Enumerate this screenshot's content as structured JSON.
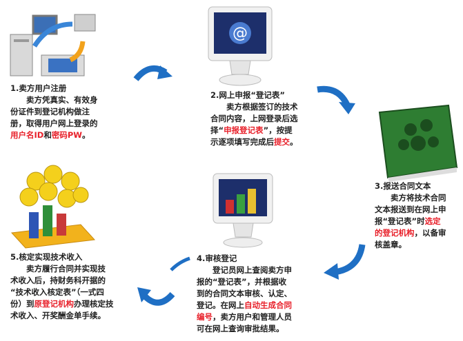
{
  "colors": {
    "arrow": "#1f6fc4",
    "highlight": "#e8202a",
    "text": "#222222",
    "book": "#2e7d32"
  },
  "steps": [
    {
      "id": "register",
      "lines": [
        [
          {
            "t": "1.卖方用户注册"
          }
        ],
        [
          {
            "t": "　　卖方凭真实、有效身"
          }
        ],
        [
          {
            "t": "份证件到登记机构做注"
          }
        ],
        [
          {
            "t": "册，取得用户网上登录的"
          }
        ],
        [
          {
            "t": "用户名ID",
            "red": true
          },
          {
            "t": "和"
          },
          {
            "t": "密码PW",
            "red": true
          },
          {
            "t": "。"
          }
        ]
      ]
    },
    {
      "id": "submit-form",
      "lines": [
        [
          {
            "t": "2.网上申报“登记表”"
          }
        ],
        [
          {
            "t": "　　卖方根据签订的技术"
          }
        ],
        [
          {
            "t": "合同内容，上网登录后选"
          }
        ],
        [
          {
            "t": "择“"
          },
          {
            "t": "申报登记表",
            "red": true
          },
          {
            "t": "”，按提"
          }
        ],
        [
          {
            "t": "示逐项填写完成后"
          },
          {
            "t": "提交",
            "red": true
          },
          {
            "t": "。"
          }
        ]
      ]
    },
    {
      "id": "send-contract",
      "lines": [
        [
          {
            "t": "3.报送合同文本"
          }
        ],
        [
          {
            "t": "　　卖方将技术合同"
          }
        ],
        [
          {
            "t": "文本报送到在网上申"
          }
        ],
        [
          {
            "t": "报“登记表”时"
          },
          {
            "t": "选定",
            "red": true
          }
        ],
        [
          {
            "t": "的登记机构",
            "red": true
          },
          {
            "t": "，以备审"
          }
        ],
        [
          {
            "t": "核盖章。"
          }
        ]
      ]
    },
    {
      "id": "review",
      "lines": [
        [
          {
            "t": "4.审核登记"
          }
        ],
        [
          {
            "t": "　　登记员网上查阅卖方申"
          }
        ],
        [
          {
            "t": "报的“登记表”，并根据收"
          }
        ],
        [
          {
            "t": "到的合同文本审核、认定、"
          }
        ],
        [
          {
            "t": "登记。在网上"
          },
          {
            "t": "自动生成合同",
            "red": true
          }
        ],
        [
          {
            "t": "编号",
            "red": true
          },
          {
            "t": "，卖方用户和管理人员"
          }
        ],
        [
          {
            "t": "可在网上查询审批结果。"
          }
        ]
      ]
    },
    {
      "id": "verify-income",
      "lines": [
        [
          {
            "t": "5.核定实现技术收入"
          }
        ],
        [
          {
            "t": "　　卖方履行合同并实现技"
          }
        ],
        [
          {
            "t": "术收入后，持财务科开据的"
          }
        ],
        [
          {
            "t": "“技术收入核定表”（一式四"
          }
        ],
        [
          {
            "t": "份）到"
          },
          {
            "t": "原登记机构",
            "red": true
          },
          {
            "t": "办理核定技"
          }
        ],
        [
          {
            "t": "术收入、开奖酬金单手续。"
          }
        ]
      ]
    }
  ]
}
